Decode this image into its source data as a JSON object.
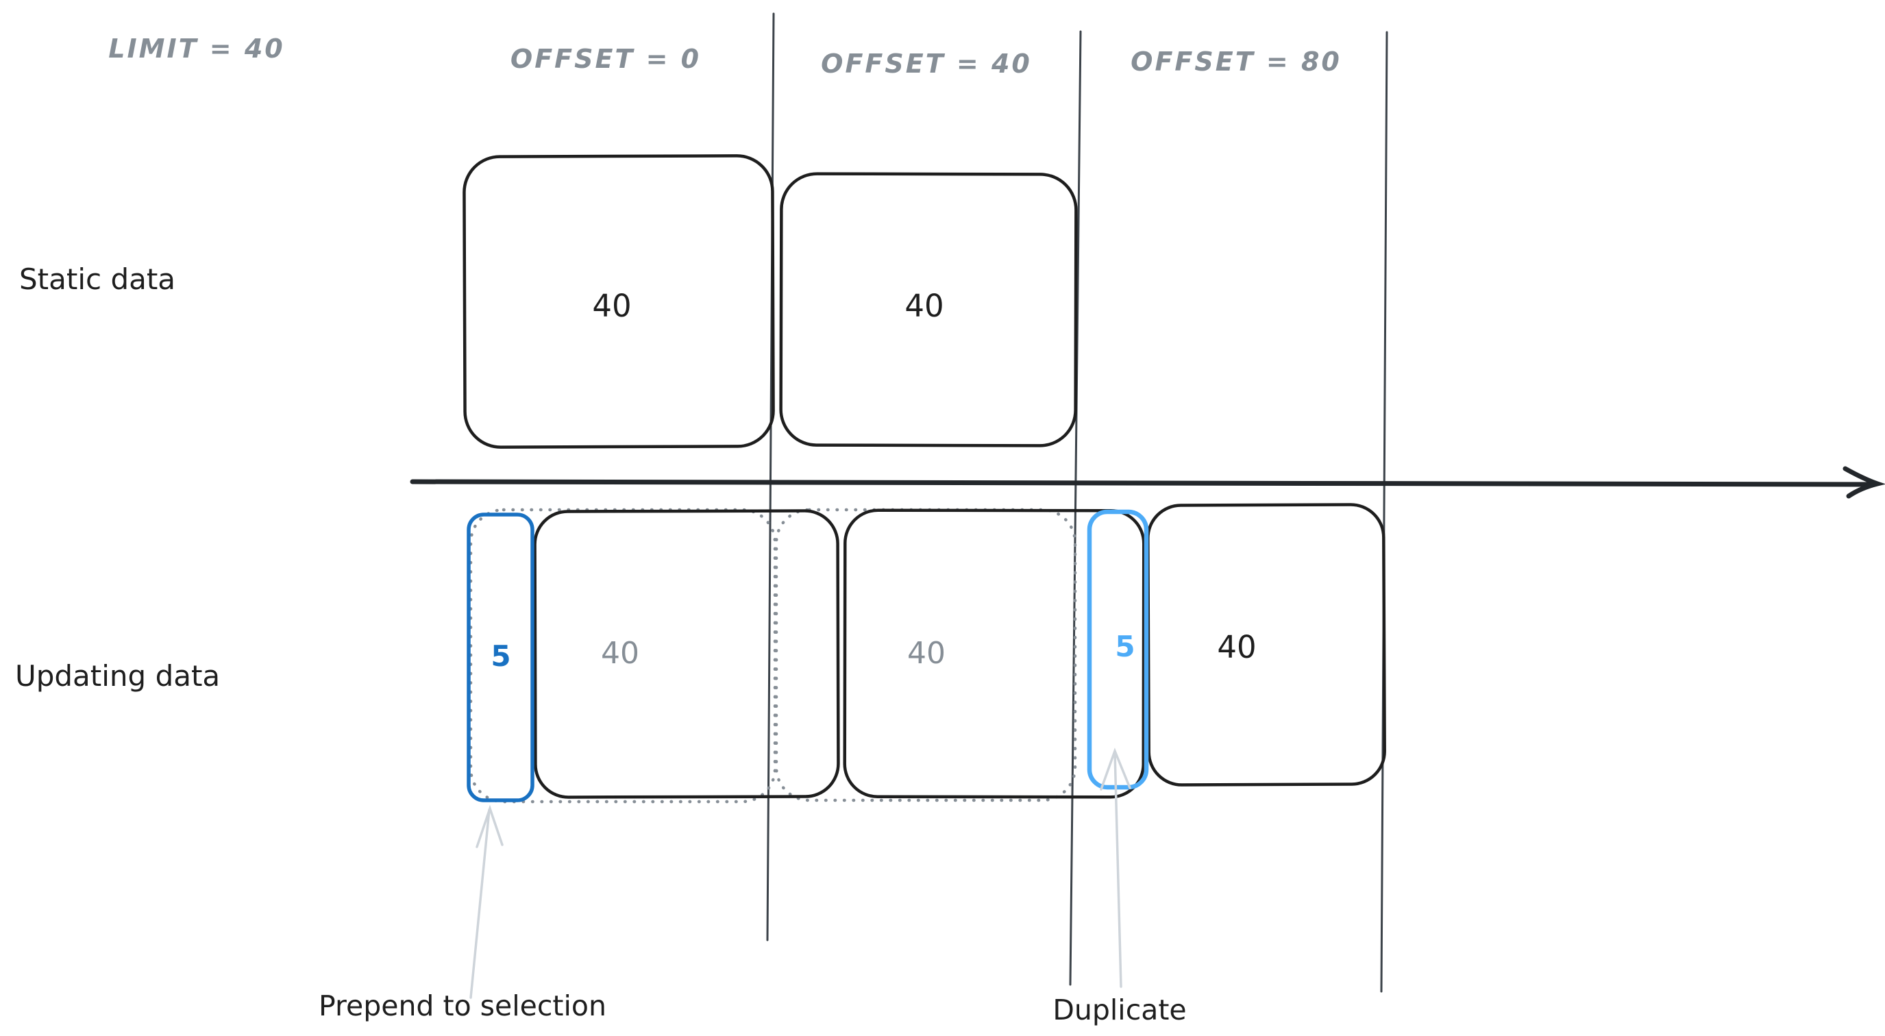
{
  "header": {
    "limit_label": "LIMIT = 40",
    "offset_labels": [
      {
        "label": "OFFSET = 0"
      },
      {
        "label": "OFFSET = 40"
      },
      {
        "label": "OFFSET = 80"
      }
    ]
  },
  "rows": {
    "static": {
      "label": "Static data",
      "boxes": [
        {
          "value": "40"
        },
        {
          "value": "40"
        }
      ]
    },
    "updating": {
      "label": "Updating data",
      "boxes": [
        {
          "value": "5",
          "kind": "highlight-prepended"
        },
        {
          "value": "40",
          "kind": "page"
        },
        {
          "value": "40",
          "kind": "page"
        },
        {
          "value": "5",
          "kind": "highlight-duplicate"
        },
        {
          "value": "40",
          "kind": "page"
        }
      ]
    }
  },
  "annotations": [
    {
      "label": "Prepend to selection"
    },
    {
      "label": "Duplicate"
    }
  ],
  "colors": {
    "ink": "#1e1e1e",
    "muted_gray": "#868e96",
    "highlight_blue_dark": "#1971c2",
    "highlight_blue_light": "#4dabf7",
    "annotation_arrow_gray": "#ced4da",
    "axis_dark": "#23272b",
    "divider": "#3c434a"
  }
}
